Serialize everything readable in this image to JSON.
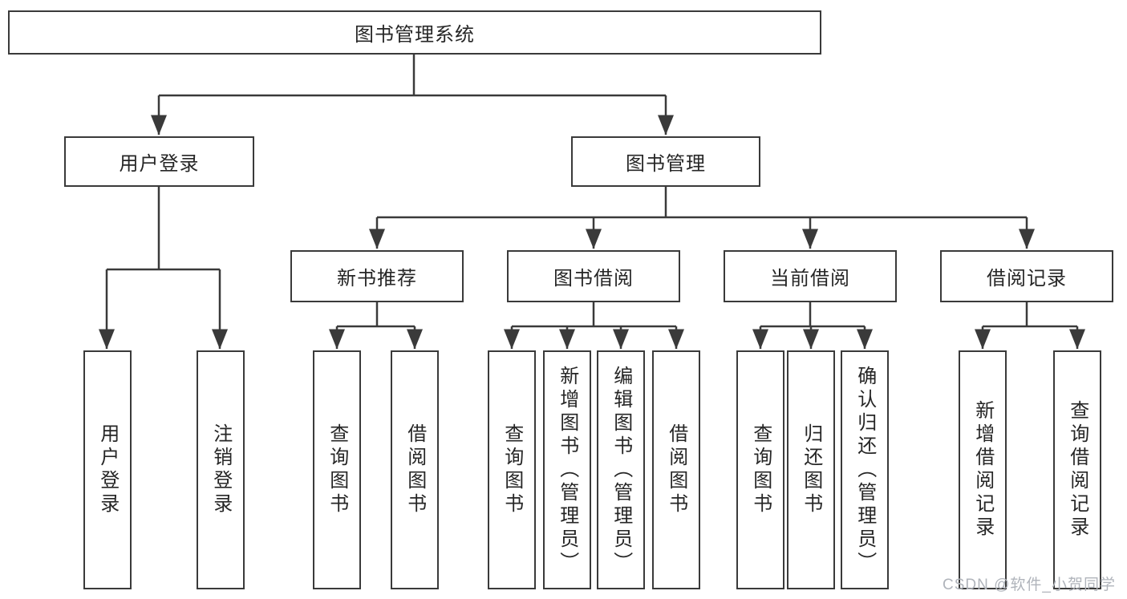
{
  "tree": {
    "root": {
      "label": "图书管理系统",
      "children": [
        {
          "label": "用户登录",
          "children": [
            {
              "label": "用户登录"
            },
            {
              "label": "注销登录"
            }
          ]
        },
        {
          "label": "图书管理",
          "children": [
            {
              "label": "新书推荐",
              "children": [
                {
                  "label": "查询图书"
                },
                {
                  "label": "借阅图书"
                }
              ]
            },
            {
              "label": "图书借阅",
              "children": [
                {
                  "label": "查询图书"
                },
                {
                  "label": "新增图书（管理员）"
                },
                {
                  "label": "编辑图书（管理员）"
                },
                {
                  "label": "借阅图书"
                }
              ]
            },
            {
              "label": "当前借阅",
              "children": [
                {
                  "label": "查询图书"
                },
                {
                  "label": "归还图书"
                },
                {
                  "label": "确认归还（管理员）"
                }
              ]
            },
            {
              "label": "借阅记录",
              "children": [
                {
                  "label": "新增借阅记录"
                },
                {
                  "label": "查询借阅记录"
                }
              ]
            }
          ]
        }
      ]
    }
  },
  "watermark": {
    "text": "CSDN @软件_小贺同学"
  },
  "colors": {
    "line": "#3a3a3a",
    "box_border": "#3a3a3a",
    "text": "#262626",
    "background": "#ffffff",
    "watermark": "#b0b4bb"
  }
}
